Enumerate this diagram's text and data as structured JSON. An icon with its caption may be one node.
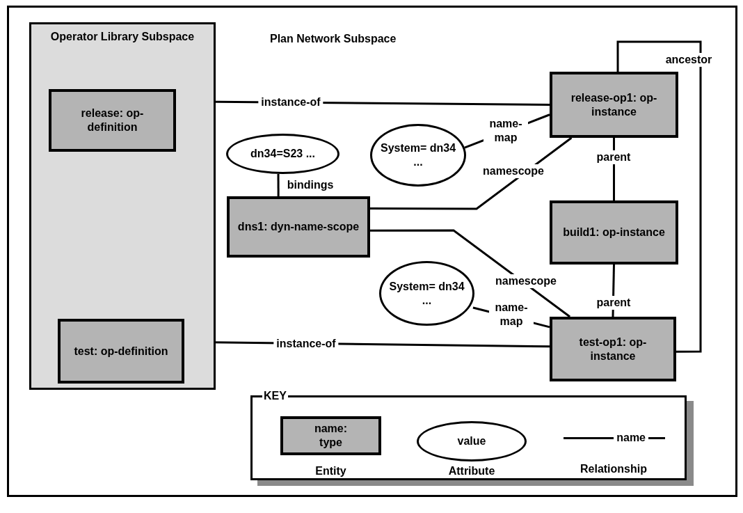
{
  "diagram": {
    "nodes": [
      {
        "text": [
          "Operator Library Subspace"
        ]
      },
      {
        "text": [
          "release: op-definition"
        ],
        "in": 0
      },
      {
        "text": [
          "test: op-definition"
        ],
        "in": 0
      },
      {
        "text": [
          "dn34=S23 ..."
        ]
      },
      {
        "text": [
          "dns1: dyn-name-scope"
        ]
      },
      {
        "text": [
          "System= dn34 ..."
        ]
      },
      {
        "text": [
          "release-op1: op-instance"
        ]
      },
      {
        "text": [
          "build1: op-instance"
        ]
      },
      {
        "text": [
          "System= dn34 ..."
        ]
      },
      {
        "text": [
          "test-op1: op-instance"
        ]
      },
      {
        "text": [
          "KEY"
        ]
      },
      {
        "text": [
          "name: type"
        ],
        "in": 10,
        "beside": [
          "Entity"
        ]
      },
      {
        "text": [
          "value"
        ],
        "in": 10,
        "beside": [
          "Attribute"
        ]
      }
    ],
    "edges": [
      {
        "from": 1,
        "to": 6,
        "arrow": "none",
        "label": "instance-of"
      },
      {
        "from": 2,
        "to": 9,
        "arrow": "none",
        "label": "instance-of"
      },
      {
        "from": 3,
        "to": 4,
        "arrow": "none",
        "label": "bindings"
      },
      {
        "from": 5,
        "to": 6,
        "arrow": "none",
        "label": "name-map"
      },
      {
        "from": 4,
        "to": 6,
        "arrow": "none",
        "label": "namescope"
      },
      {
        "from": 4,
        "to": 9,
        "arrow": "none",
        "label": "namescope"
      },
      {
        "from": 6,
        "to": 7,
        "arrow": "none",
        "label": "parent"
      },
      {
        "from": 7,
        "to": 9,
        "arrow": "none",
        "label": "parent"
      },
      {
        "from": 9,
        "to": 6,
        "arrow": "none",
        "label": "ancestor"
      },
      {
        "from": 8,
        "to": 9,
        "arrow": "none",
        "label": "name-map"
      }
    ],
    "labels": [
      "Plan Network Subspace",
      "name",
      "Relationship"
    ]
  }
}
